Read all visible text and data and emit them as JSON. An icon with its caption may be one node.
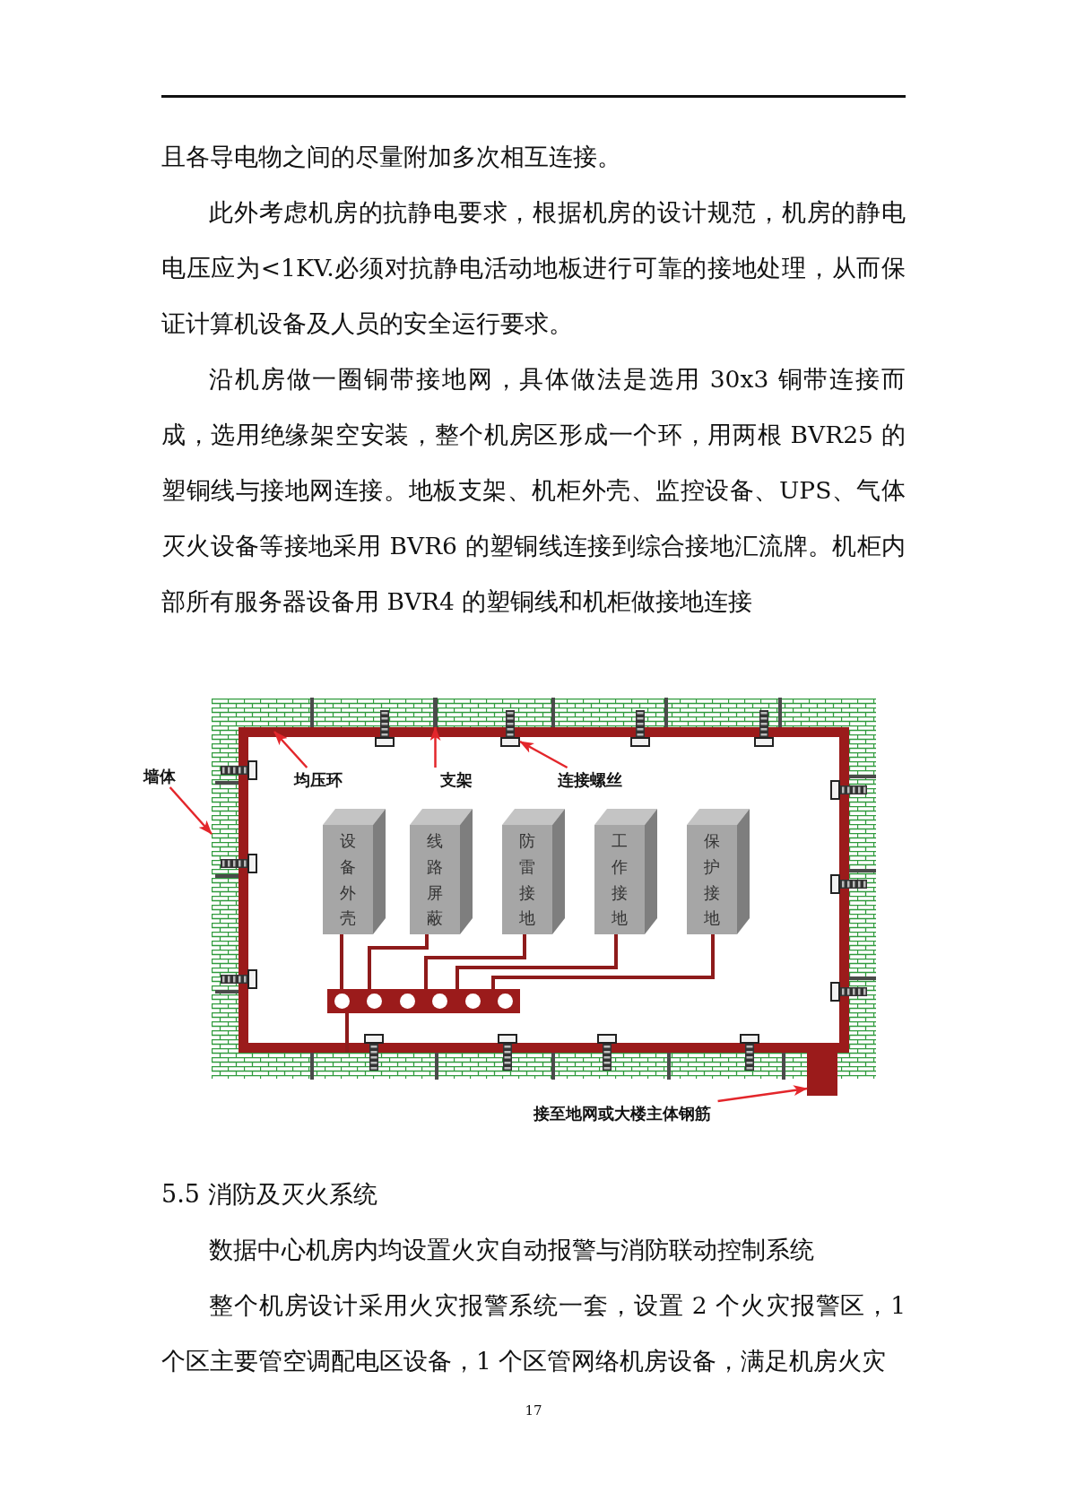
{
  "diagram": {
    "nodes": [
      {
        "text": [
          "墙体"
        ]
      },
      {
        "text": [],
        "shape": "box"
      },
      {
        "text": [
          "均压环"
        ],
        "in": 3
      },
      {
        "text": [],
        "shape": "box",
        "in": 1
      },
      {
        "text": [
          "支架"
        ],
        "in": 3
      },
      {
        "text": [],
        "shape": "bar",
        "in": 1
      },
      {
        "text": [
          "连接螺丝"
        ],
        "in": 3
      },
      {
        "text": [],
        "shape": "picture",
        "in": 1
      },
      {
        "text": [
          "设备外壳"
        ],
        "in": 3
      },
      {
        "text": [
          "线路屏蔽"
        ],
        "in": 3
      },
      {
        "text": [
          "防雷接地"
        ],
        "in": 3
      },
      {
        "text": [
          "工作接地"
        ],
        "in": 3
      },
      {
        "text": [
          "保护接地"
        ],
        "in": 3
      },
      {
        "text": [],
        "shape": "bar",
        "in": 3
      },
      {
        "text": [
          "接至地网或大楼主体钢筋"
        ]
      },
      {
        "text": [],
        "shape": "bar"
      }
    ],
    "edges": [
      {
        "from": 0,
        "to": 1,
        "arrow": "to",
        "color": "#e3262b"
      },
      {
        "from": 2,
        "to": 3,
        "arrow": "to",
        "color": "#e3262b"
      },
      {
        "from": 4,
        "to": 5,
        "arrow": "to",
        "color": "#e3262b"
      },
      {
        "from": 6,
        "to": 7,
        "arrow": "to",
        "color": "#e3262b"
      },
      {
        "from": 14,
        "to": 15,
        "arrow": "to",
        "color": "#e3262b"
      },
      {
        "from": 8,
        "to": 13,
        "arrow": "none"
      },
      {
        "from": 9,
        "to": 13,
        "arrow": "none"
      },
      {
        "from": 10,
        "to": 13,
        "arrow": "none"
      },
      {
        "from": 11,
        "to": 13,
        "arrow": "none"
      },
      {
        "from": 12,
        "to": 13,
        "arrow": "none"
      },
      {
        "from": 13,
        "to": 3,
        "arrow": "none"
      }
    ],
    "labels": [
      "且各导电物之间的尽量附加多次相互连接。",
      "此外考虑机房的抗静电要求，根据机房的设计规范，机房的静电电压应为<1KV.必须对抗静电活动地板进行可靠的接地处理，从而保证计算机设备及人员的安全运行要求。",
      "沿机房做一圈铜带接地网，具体做法是选用 30x3 铜带连接而成，选用绝缘架空安装，整个机房区形成一个环，用两根 BVR25 的塑铜线与接地网连接。地板支架、机柜外壳、监控设备、UPS、气体灭火设备等接地采用 BVR6 的塑铜线连接到综合接地汇流牌。机柜内部所有服务器设备用 BVR4 的塑铜线和机柜做接地连接",
      "5.5 消防及灭火系统",
      "数据中心机房内均设置火灾自动报警与消防联动控制系统",
      "整个机房设计采用火灾报警系统一套，设置 2 个火灾报警区，1 个区主要管空调配电区设备，1 个区管网络机房设备，满足机房火灾",
      "17"
    ]
  }
}
